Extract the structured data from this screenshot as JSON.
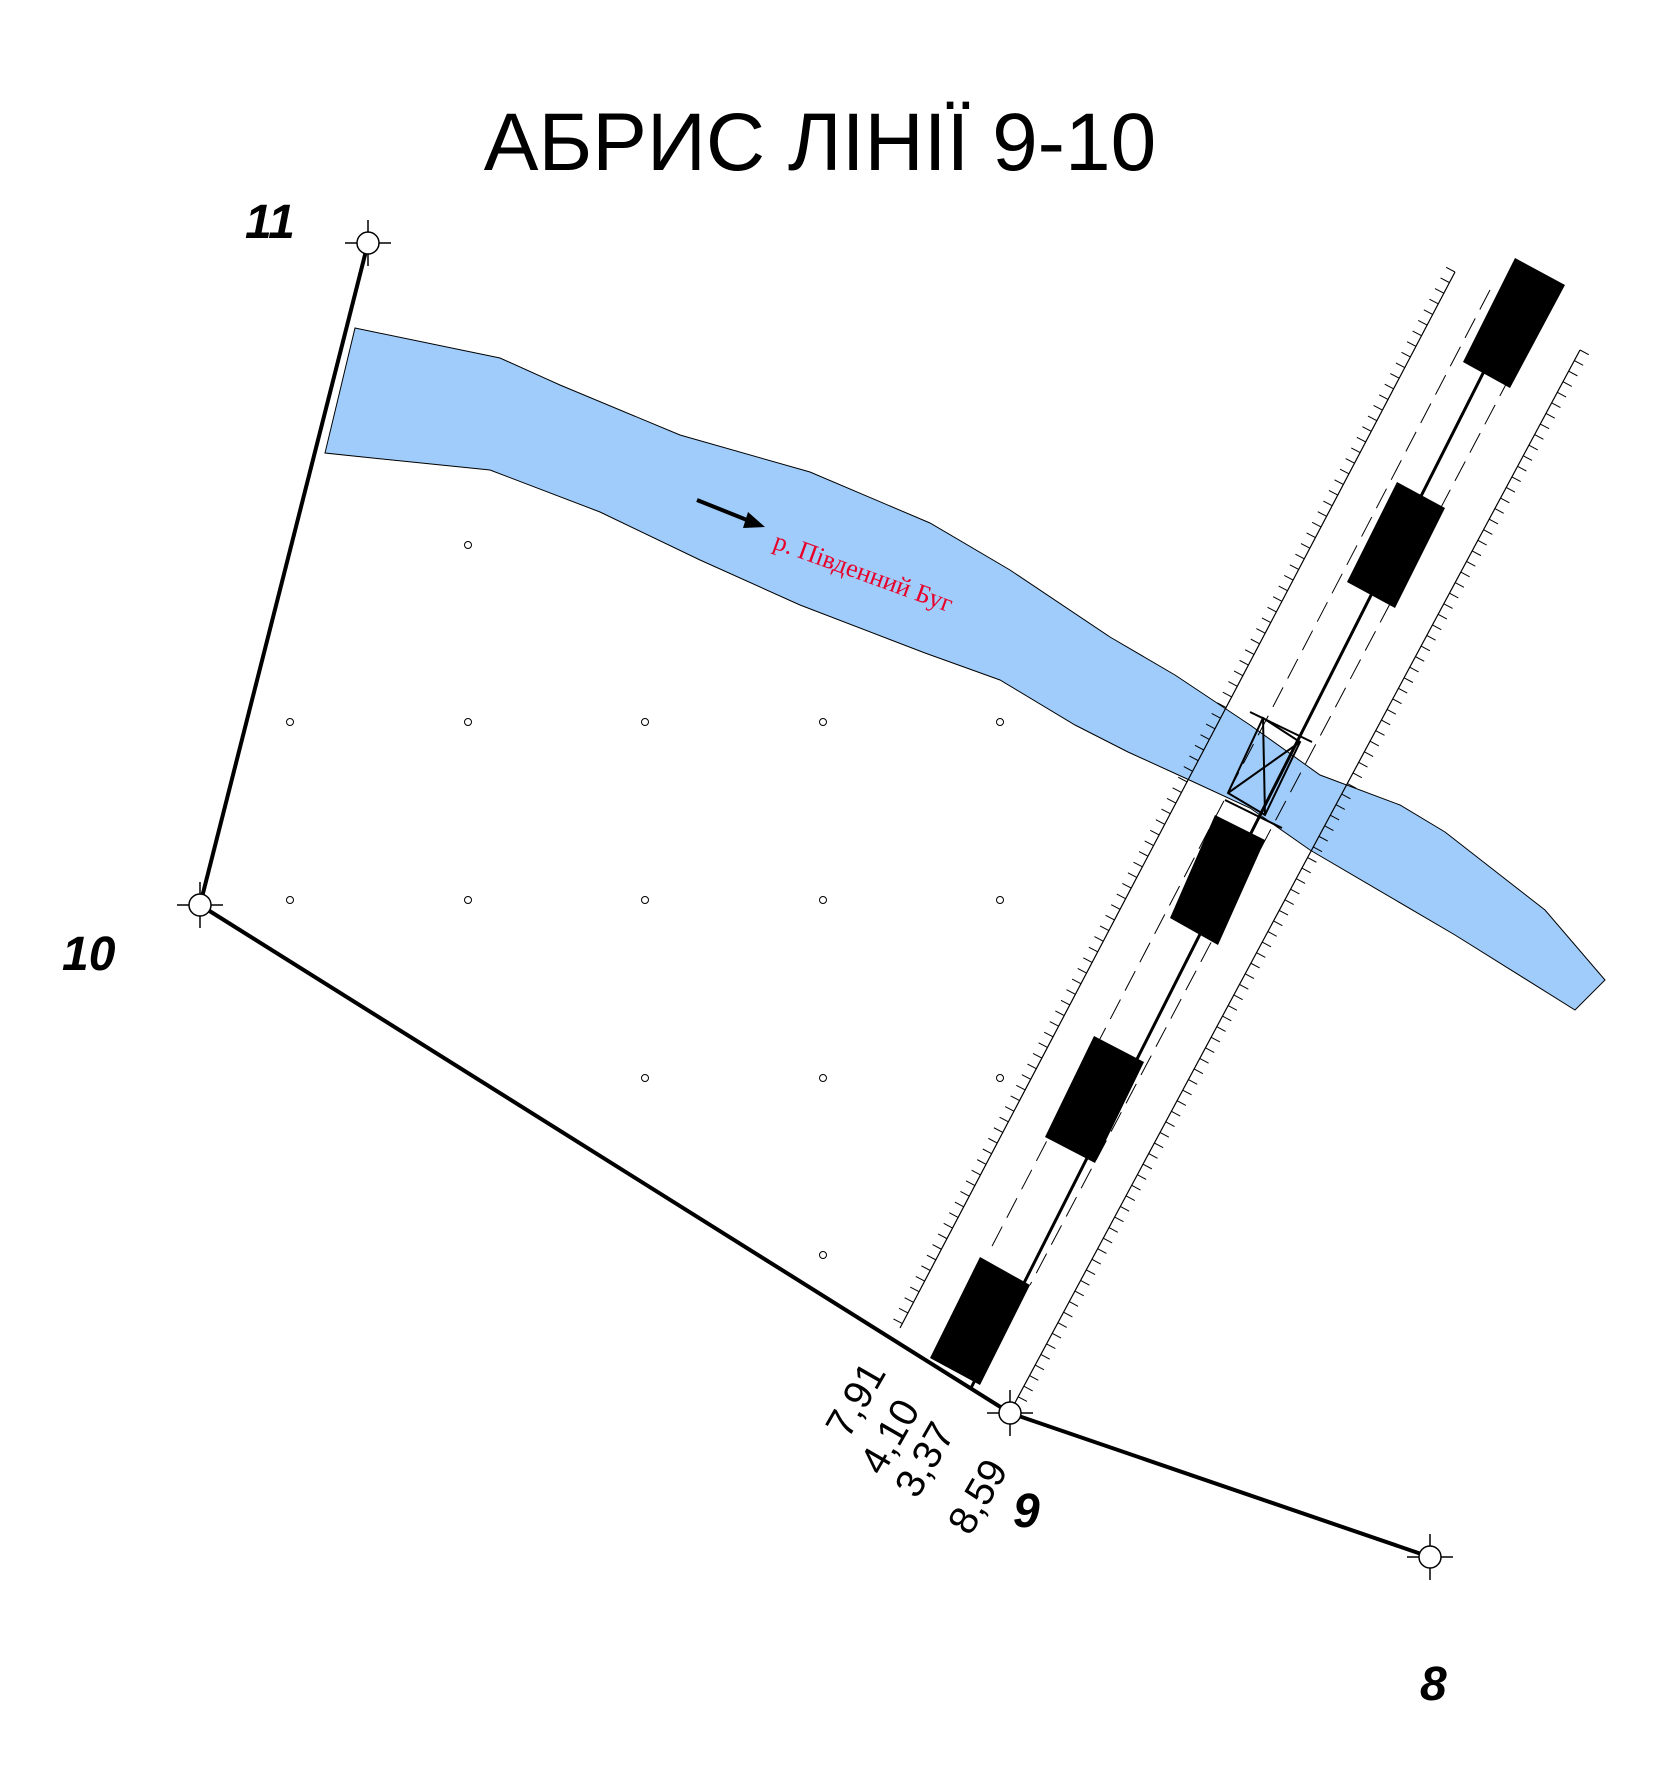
{
  "title": "АБРИС ЛІНІЇ 9-10",
  "points": {
    "p8": "8",
    "p9": "9",
    "p10": "10",
    "p11": "11"
  },
  "river": {
    "label": "р. Південний Буг",
    "color": "#9fccfa"
  },
  "measurements": {
    "m1": "7,91",
    "m2": "4,10",
    "m3": "3,37",
    "m4": "8,59"
  },
  "colors": {
    "river_label": "#e8002a",
    "boundary": "#000000"
  }
}
